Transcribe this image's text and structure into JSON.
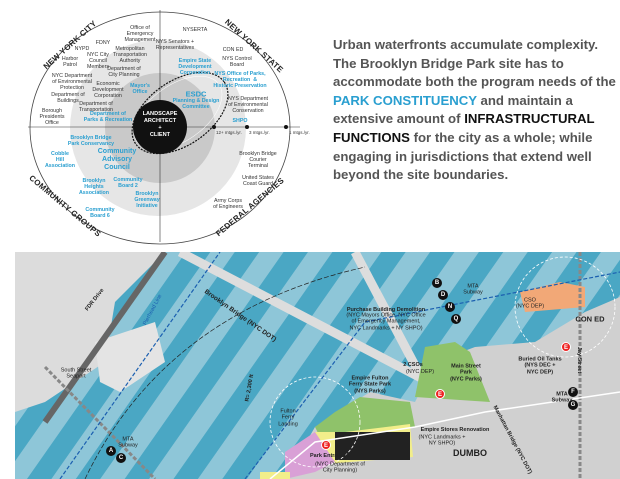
{
  "diagram": {
    "center": {
      "line1": "LANDSCAPE",
      "line2": "ARCHITECT",
      "line3": "+",
      "line4": "CLIENT"
    },
    "quadrants": {
      "nyc": "NEW YORK CITY",
      "nys": "NEW YORK STATE",
      "community": "COMMUNITY GROUPS",
      "federal": "FEDERAL AGENCIES"
    },
    "meetings": [
      "12+ mtgs./yr.",
      "3 mtgs./yr.",
      "1 mtgs./yr."
    ],
    "nyc_items": [
      "Office of\nEmergency\nManagement",
      "FDNY",
      "NYPD",
      "NYC City\nCouncil\nMembers",
      "Harbor\nPatrol",
      "Metropolitan\nTransportation\nAuthority",
      "Department of\nCity Planning",
      "NYC Department\nof Environmental\nProtection",
      "Economic\nDevelopment\nCorporation",
      "Department of\nBuildings",
      "Department of\nTransportation",
      "Borough\nPresidents\nOffice"
    ],
    "nyc_blue": [
      "Mayor's\nOffice",
      "Department of\nParks & Recreation"
    ],
    "nys_items": [
      "NYSERTA",
      "NYS Senators +\nRepresentatives",
      "CON ED",
      "NYS Control\nBoard",
      "NYS Department\nof Environmental\nConservation"
    ],
    "nys_blue": [
      "Empire State\nDevelopment\nCorporation",
      "NYS Office of Parks,\nRecreation  &\nHistoric Preservation",
      "ESDC",
      "Planning & Design\nCommittee",
      "SHPO"
    ],
    "community_blue": [
      "Brooklyn Bridge\nPark Conservancy",
      "Community\nAdvisory\nCouncil",
      "Cobble\nHill\nAssociation",
      "Brooklyn\nHeights\nAssociation",
      "Community\nBoard 2",
      "Brooklyn\nGreenway\nInitiative",
      "Community\nBoard 6"
    ],
    "federal_items": [
      "Brooklyn Bridge\nCourier\nTerminal",
      "United States\nCoast Guard",
      "Army Corps\nof Engineers"
    ]
  },
  "paragraph": {
    "part1": "Urban waterfronts accumulate complexity.  The Brooklyn Bridge Park site has to accommodate both the program needs of the ",
    "highlight1": "PARK CONSTITUENCY",
    "part2": " and maintain a extensive amount of ",
    "highlight2": "INFRASTRUCTURAL FUNCTIONS",
    "part3": " for the city as a whole; while engaging in jurisdictions that extend well beyond the site boundaries."
  },
  "map": {
    "labels": {
      "fdr": "FDR Drive",
      "seaport": "South Street\nSeaport",
      "pierhead": "Pierhead Line",
      "brooklyn_bridge": "Brooklyn Bridge (NYC DOT)",
      "radius": "R= 2,300 ft",
      "fulton": "Fulton\nFerry\nLanding",
      "mta_left": "MTA\nSubway",
      "purchase": "Purchase Building Demolition",
      "purchase_sub": "(NYC Mayors Office, NYC Office\nof Emergency Management,\nNYC Landmarks + NY SHPO)",
      "csos": "2 CSOs",
      "csos_sub": "(NYC DEP)",
      "empire_fulton": "Empire Fulton\nFerry State Park\n(NYS Parks)",
      "main_street": "Main Street\nPark\n(NYC Parks)",
      "empire_stores": "Empire Stores Renovation",
      "empire_stores_sub": "(NYC Landmarks +\nNY SHPO)",
      "dumbo": "DUMBO",
      "park_entrances": "Park Entrances",
      "park_entrances_sub": "(NYC Department of\nCity Planning)",
      "mta_top": "MTA\nSubway",
      "cso": "CSO\n(NYC DEP)",
      "con_ed": "CON ED",
      "oil_tanks": "Buried Oil Tanks\n(NYS DEC +\nNYC DEP)",
      "mta_right": "MTA\nSubway",
      "jay": "Jay Street",
      "manhattan_bridge": "Manhattan Bridge (NYC DOT)"
    },
    "subway_lines_left": [
      "A",
      "C"
    ],
    "subway_lines_top": [
      "B",
      "D",
      "N",
      "Q"
    ],
    "subway_lines_right": [
      "F",
      "G"
    ],
    "entrance_marker": "E",
    "colors": {
      "water": "#4aa7c4",
      "stripe": "#8ec6d8",
      "land": "#d9d9d9",
      "green": "#8fc26a",
      "yellow": "#f2ee8a",
      "pink": "#d9a0d6",
      "orange": "#f2a877",
      "blue_line": "#1b5fb0"
    }
  }
}
